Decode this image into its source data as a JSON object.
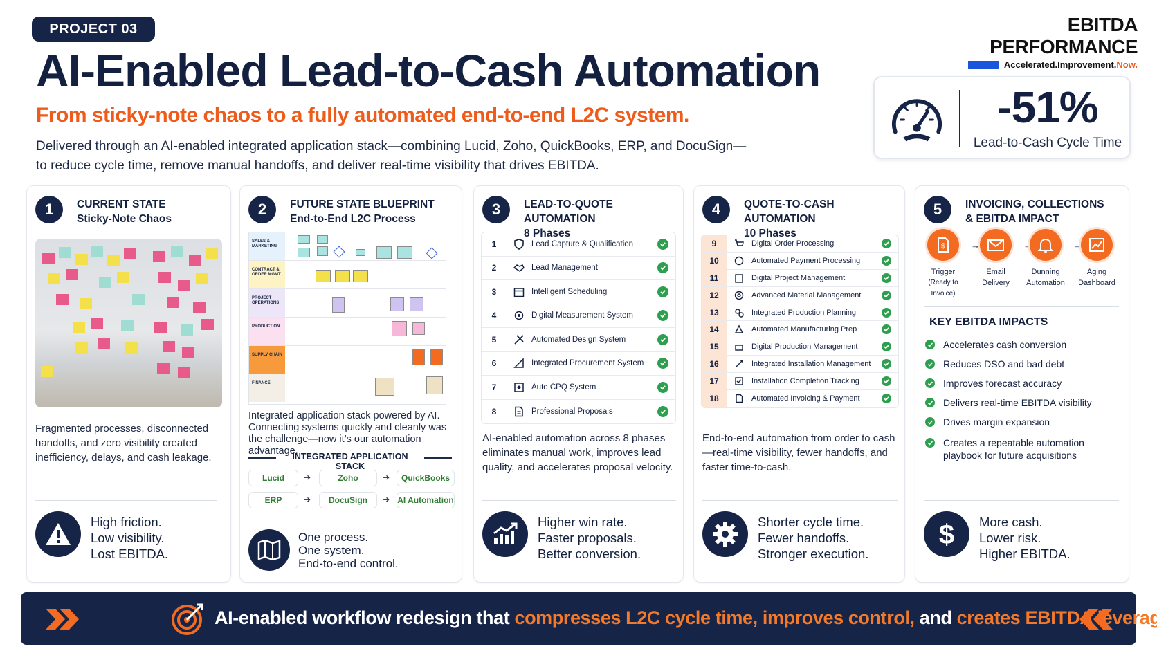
{
  "badge": "PROJECT 03",
  "title": "AI-Enabled Lead-to-Cash Automation",
  "subtitle": "From sticky-note chaos to a fully automated end-to-end L2C system.",
  "description_line1": "Delivered through an AI-enabled integrated application stack—combining Lucid, Zoho, QuickBooks, ERP, and DocuSign—",
  "description_line2": "to reduce cycle time, remove manual handoffs, and deliver real-time visibility that drives EBITDA.",
  "brand": {
    "name": "EBITDA PERFORMANCE",
    "tagline": "Accelerated.Improvement.",
    "tagline_accent": "Now.",
    "accent_color": "#1a56db"
  },
  "kpi": {
    "value": "-51%",
    "label": "Lead-to-Cash Cycle Time",
    "icon": "speedometer-icon"
  },
  "colors": {
    "navy": "#162447",
    "orange": "#ee5b1a",
    "green": "#2e9e4f"
  },
  "cards": [
    {
      "number": "1",
      "title": "CURRENT STATE",
      "subtitle": "Sticky-Note Chaos",
      "text": "Fragmented processes, disconnected handoffs, and zero visibility created inefficiency, delays, and cash leakage.",
      "footer_icon": "warning-icon",
      "footer": [
        "High friction.",
        "Low visibility.",
        "Lost EBITDA."
      ]
    },
    {
      "number": "2",
      "title": "FUTURE STATE BLUEPRINT",
      "subtitle": "End-to-End L2C Process",
      "lanes": [
        "SALES & MARKETING",
        "CONTRACT & ORDER MGMT",
        "PROJECT OPERATIONS",
        "PRODUCTION",
        "SUPPLY CHAIN",
        "FINANCE"
      ],
      "text": "Integrated application stack powered by AI. Connecting systems quickly and cleanly was the challenge—now it’s our automation advantage.",
      "stack_title": "INTEGRATED APPLICATION STACK",
      "stack": [
        "Lucid",
        "Zoho",
        "QuickBooks",
        "ERP",
        "DocuSign",
        "AI Automation"
      ],
      "footer_icon": "map-icon",
      "footer": [
        "One process.",
        "One system.",
        "End-to-end control."
      ]
    },
    {
      "number": "3",
      "title": "LEAD-TO-QUOTE AUTOMATION",
      "subtitle": "8 Phases",
      "steps": [
        {
          "n": "1",
          "label": "Lead Capture & Qualification",
          "icon": "shield-icon"
        },
        {
          "n": "2",
          "label": "Lead Management",
          "icon": "handshake-icon"
        },
        {
          "n": "3",
          "label": "Intelligent Scheduling",
          "icon": "calendar-icon"
        },
        {
          "n": "4",
          "label": "Digital Measurement System",
          "icon": "measure-icon"
        },
        {
          "n": "5",
          "label": "Automated Design System",
          "icon": "design-icon"
        },
        {
          "n": "6",
          "label": "Integrated Procurement System",
          "icon": "procurement-icon"
        },
        {
          "n": "7",
          "label": "Auto CPQ System",
          "icon": "cpq-icon"
        },
        {
          "n": "8",
          "label": "Professional Proposals",
          "icon": "document-icon"
        }
      ],
      "text": "AI-enabled automation across 8 phases eliminates manual work, improves lead quality, and accelerates proposal velocity.",
      "footer_icon": "chart-growth-icon",
      "footer": [
        "Higher win rate.",
        "Faster proposals.",
        "Better conversion."
      ]
    },
    {
      "number": "4",
      "title": "QUOTE-TO-CASH AUTOMATION",
      "subtitle": "10 Phases",
      "steps": [
        {
          "n": "9",
          "label": "Digital Order Processing",
          "icon": "cart-icon"
        },
        {
          "n": "10",
          "label": "Automated Payment Processing",
          "icon": "payment-icon"
        },
        {
          "n": "11",
          "label": "Digital Project Management",
          "icon": "clipboard-icon"
        },
        {
          "n": "12",
          "label": "Advanced Material Management",
          "icon": "material-icon"
        },
        {
          "n": "13",
          "label": "Integrated Production Planning",
          "icon": "gears-icon"
        },
        {
          "n": "14",
          "label": "Automated Manufacturing Prep",
          "icon": "manufacturing-icon"
        },
        {
          "n": "15",
          "label": "Digital Production Management",
          "icon": "production-icon"
        },
        {
          "n": "16",
          "label": "Integrated Installation Management",
          "icon": "installation-icon"
        },
        {
          "n": "17",
          "label": "Installation Completion Tracking",
          "icon": "tracking-icon"
        },
        {
          "n": "18",
          "label": "Automated Invoicing & Payment",
          "icon": "invoice-icon"
        }
      ],
      "text": "End-to-end automation from order to cash—real-time visibility, fewer handoffs, and faster time-to-cash.",
      "footer_icon": "gear-icon",
      "footer": [
        "Shorter cycle time.",
        "Fewer handoffs.",
        "Stronger execution."
      ]
    },
    {
      "number": "5",
      "title": "INVOICING, COLLECTIONS",
      "subtitle": "& EBITDA IMPACT",
      "flow": [
        {
          "label": "Trigger",
          "sub": "(Ready to Invoice)",
          "icon": "invoice-dollar-icon"
        },
        {
          "label": "Email",
          "sub": "Delivery",
          "icon": "email-icon"
        },
        {
          "label": "Dunning",
          "sub": "Automation",
          "icon": "bell-icon"
        },
        {
          "label": "Aging",
          "sub": "Dashboard",
          "icon": "dashboard-icon"
        }
      ],
      "impacts_title": "KEY EBITDA IMPACTS",
      "impacts": [
        "Accelerates cash conversion",
        "Reduces DSO and bad debt",
        "Improves forecast accuracy",
        "Delivers real-time EBITDA visibility",
        "Drives margin expansion",
        "Creates a repeatable automation playbook for future acquisitions"
      ],
      "footer_icon": "dollar-icon",
      "footer": [
        "More cash.",
        "Lower risk.",
        "Higher EBITDA."
      ]
    }
  ],
  "banner": {
    "part1": "AI-enabled workflow redesign that ",
    "part2": "compresses L2C cycle time, improves control,",
    "part3": " and ",
    "part4": "creates EBITDA leverage."
  }
}
